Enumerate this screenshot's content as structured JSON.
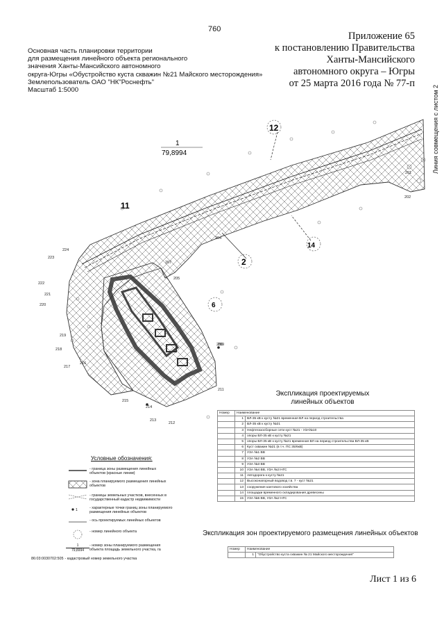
{
  "page_number": "760",
  "appendix": {
    "lines": [
      "Приложение 65",
      "к постановлению Правительства",
      "Ханты-Мансийского",
      "автономного округа – Югры",
      "от 25 марта 2016 года № 77-п"
    ]
  },
  "title_block": {
    "lines": [
      "Основная часть планировки территории",
      "для размещения линейного объекта регионального",
      "значения Ханты-Мансийского автономного",
      "округа-Югры «Обустройство куста скважин №21 Майского месторождения»",
      "Землепользователь ОАО \"НК\"Роснефть\"",
      "Масштаб 1:5000"
    ]
  },
  "side_note": "Линия совмещения с листом 2",
  "map": {
    "zone_number": "1",
    "zone_area": "79,8994",
    "callouts": [
      "11",
      "12",
      "14",
      "2",
      "6"
    ],
    "points": [
      "200",
      "201",
      "202",
      "204",
      "205",
      "207",
      "209",
      "211",
      "212",
      "213",
      "214",
      "215",
      "216",
      "217",
      "218",
      "219",
      "220",
      "221",
      "222",
      "223",
      "224"
    ]
  },
  "linear_objects_table": {
    "title_lines": [
      "Экспликация проектируемых",
      "линейных объектов"
    ],
    "headers": [
      "Номер",
      "Наименование"
    ],
    "rows": [
      [
        "1",
        "ВЛ-35 кВ к кусту №21 временная ВЛ на период строительства"
      ],
      [
        "2",
        "ВЛ-35 кВ к кусту №21"
      ],
      [
        "3",
        "Нефтегазосборные сети куст №21 - УЗА№10"
      ],
      [
        "4",
        "опоры ВЛ-35 кВ к кусту №21"
      ],
      [
        "5",
        "опоры ВЛ-35 кВ к кусту №21 временная ВЛ на период строительства ВЛ-35 кВ"
      ],
      [
        "6",
        "Куст скважин №21 (в т.ч. ПС 35/6кВ)"
      ],
      [
        "7",
        "УЗА №1 ВВ"
      ],
      [
        "8",
        "УЗА №2 ВВ"
      ],
      [
        "9",
        "УЗА №3 ВВ"
      ],
      [
        "10",
        "УЗА №4 ВВ, УЗА №3 НГС"
      ],
      [
        "11",
        "Автодорога к кусту №21"
      ],
      [
        "12",
        "Высоконапорный водовод т.в. 7 - куст №21"
      ],
      [
        "13",
        "сооружения кантового хозяйства"
      ],
      [
        "14",
        "площадки временного складирования древесины"
      ],
      [
        "15",
        "УЗА №5 ВВ, УЗА №2 НГС"
      ]
    ]
  },
  "legend": {
    "title": "Условные обозначения:",
    "items": [
      {
        "icon": "red-line-boundary",
        "label": "- граница зоны размещения линейных объектов (красные линии)"
      },
      {
        "icon": "hatched-zone",
        "label": "- зона планируемого размещения линейных объектов"
      },
      {
        "icon": "land-plot-boundary",
        "label": "- границы земельных участков, внесенных в государственный кадастр недвижимости"
      },
      {
        "icon": "characteristic-point",
        "label": "- характерные точки границ зоны планируемого размещения линейных объектов"
      },
      {
        "icon": "object-axis",
        "label": "- ось проектируемых линейных объектов"
      },
      {
        "icon": "circle-number",
        "label": "- номер линейного объекта"
      },
      {
        "icon": "zone-number-area",
        "sample_number": "1",
        "sample_area": "79,8994",
        "label": "- номер зоны планируемого размещения объекта площадь земельного участка, га"
      },
      {
        "icon": "cadastral-number",
        "sample": "86:03:0030702:505",
        "label": "- кадастровый номер земельного участка"
      }
    ]
  },
  "zones_table": {
    "title": "Экспликация зон проектируемого размещения линейных объектов",
    "headers": [
      "Номер",
      "Наименование"
    ],
    "rows": [
      [
        "1",
        "\"Обустройство куста скважин № 21 Майского месторождения\""
      ]
    ]
  },
  "sheet": "Лист 1 из 6"
}
